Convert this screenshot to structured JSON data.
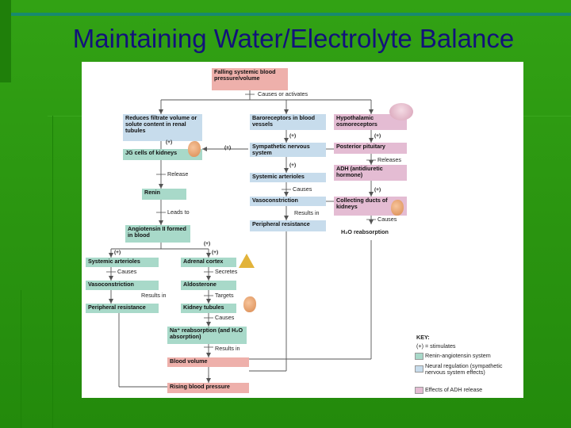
{
  "slide": {
    "title": "Maintaining Water/Electrolyte Balance"
  },
  "diagram": {
    "boxes": {
      "falling_bp": "Falling systemic blood pressure/volume",
      "reduces_filtrate": "Reduces filtrate volume or solute content in renal tubules",
      "baroreceptors": "Baroreceptors in blood vessels",
      "hypothalamic": "Hypothalamic osmoreceptors",
      "jg_cells": "JG cells of kidneys",
      "sympathetic": "Sympathetic nervous system",
      "posterior_pituitary": "Posterior pituitary",
      "adh": "ADH (antidiuretic hormone)",
      "systemic_arterioles_1": "Systemic arterioles",
      "renin": "Renin",
      "vasoconstriction_1": "Vasoconstriction",
      "collecting_ducts": "Collecting ducts of kidneys",
      "peripheral_resistance_1": "Peripheral resistance",
      "angiotensin": "Angiotensin II formed in blood",
      "h2o_reabsorption": "H₂O reabsorption",
      "systemic_arterioles_2": "Systemic arterioles",
      "adrenal_cortex": "Adrenal cortex",
      "vasoconstriction_2": "Vasoconstriction",
      "aldosterone": "Aldosterone",
      "peripheral_resistance_2": "Peripheral resistance",
      "kidney_tubules": "Kidney tubules",
      "na_reabsorption": "Na⁺ reabsorption (and H₂O absorption)",
      "blood_volume": "Blood volume",
      "rising_bp": "Rising blood pressure"
    },
    "labels": {
      "causes_activates": "Causes or activates",
      "release": "Release",
      "leads_to": "Leads to",
      "causes_sa": "Causes",
      "releases": "Releases",
      "results_in_vc1": "Results in",
      "causes_cd": "Causes",
      "causes_sa2": "Causes",
      "secretes": "Secretes",
      "results_in_vc2": "Results in",
      "targets": "Targets",
      "causes_kt": "Causes",
      "results_in_na": "Results in",
      "plus": "(+)"
    },
    "key": {
      "title": "KEY:",
      "stimulates": "(+) = stimulates",
      "items": [
        {
          "label": "Renin-angiotensin system",
          "color": "#a8d9c9"
        },
        {
          "label": "Neural regulation (sympathetic nervous system effects)",
          "color": "#c7dcec"
        },
        {
          "label": "Effects of ADH release",
          "color": "#e4bcd3"
        }
      ]
    }
  }
}
